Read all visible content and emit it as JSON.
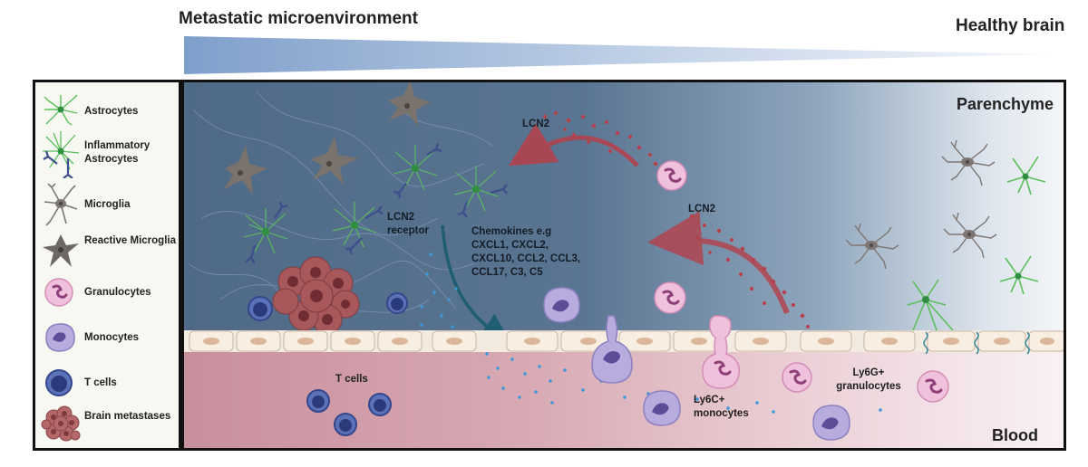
{
  "header": {
    "left_title": "Metastatic microenvironment",
    "right_title": "Healthy brain"
  },
  "legend": {
    "items": [
      {
        "label": "Astrocytes",
        "icon": "astrocyte-icon"
      },
      {
        "label": "Inflammatory Astrocytes",
        "icon": "inflammatory-astrocyte-icon"
      },
      {
        "label": "Microglia",
        "icon": "microglia-icon"
      },
      {
        "label": "Reactive Microglia",
        "icon": "reactive-microglia-icon"
      },
      {
        "label": "Granulocytes",
        "icon": "granulocyte-icon"
      },
      {
        "label": "Monocytes",
        "icon": "monocyte-icon"
      },
      {
        "label": "T cells",
        "icon": "t-cell-icon"
      },
      {
        "label": "Brain metastases",
        "icon": "brain-metastasis-icon"
      }
    ]
  },
  "diagram": {
    "regions": {
      "parenchyme": "Parenchyme",
      "blood": "Blood"
    },
    "labels": {
      "lcn2_top": "LCN2",
      "lcn2_mid": "LCN2",
      "lcn2_receptor": "LCN2 receptor",
      "chemokines": "Chemokines e.g CXCL1, CXCL2, CXCL10, CCL2, CCL3, CCL17, C3, C5",
      "t_cells": "T cells",
      "ly6c_monocytes": "Ly6C+ monocytes",
      "ly6g_granulocytes": "Ly6G+ granulocytes"
    },
    "colors": {
      "parenchyme_dark": "#4f6a86",
      "blood": "#c88f9c",
      "lcn2_arrow": "#b5404a",
      "chemokine_arrow": "#1f5e72",
      "astrocyte": "#5bbf5b",
      "microglia": "#7d7672",
      "granulocyte": "#e6a9cc",
      "monocyte": "#a69ad1",
      "t_cell": "#4b5fa6",
      "metastasis": "#a8575a"
    }
  }
}
